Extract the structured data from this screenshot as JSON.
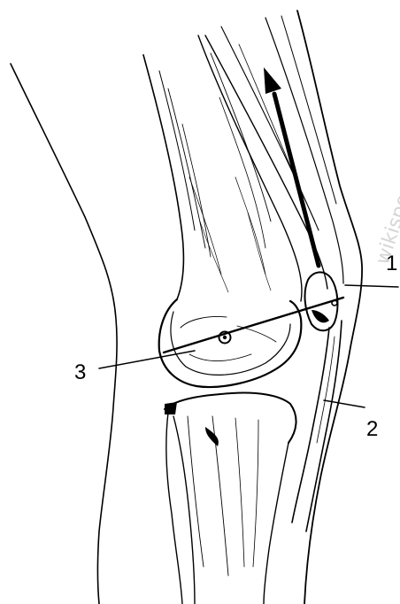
{
  "figure": {
    "labels": [
      {
        "id": "label-1",
        "text": "1"
      },
      {
        "id": "label-2",
        "text": "2"
      },
      {
        "id": "label-3",
        "text": "3"
      }
    ],
    "watermark": "wikisport",
    "colors": {
      "ink": "#000000",
      "background": "#ffffff",
      "watermark": "#d6d6d6"
    }
  }
}
